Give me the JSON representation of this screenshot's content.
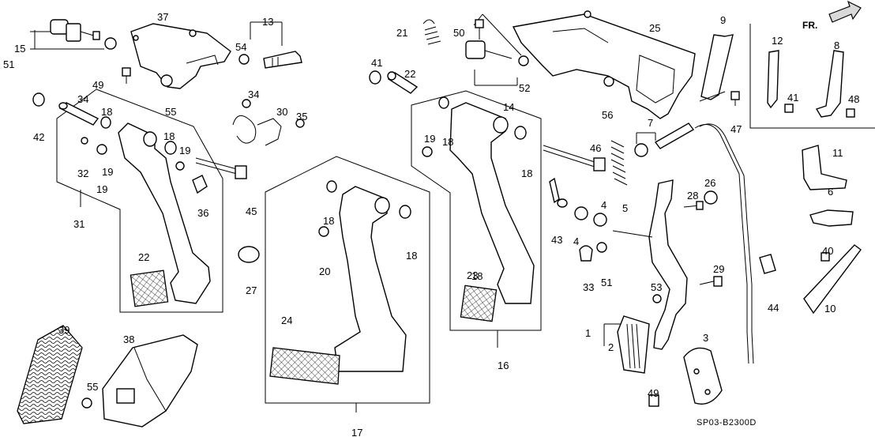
{
  "diagram": {
    "code": "SP03-B2300D",
    "direction_label": "FR.",
    "callouts": [
      "1",
      "2",
      "3",
      "4",
      "4",
      "5",
      "6",
      "7",
      "8",
      "9",
      "10",
      "11",
      "12",
      "13",
      "14",
      "15",
      "16",
      "17",
      "18",
      "18",
      "18",
      "18",
      "18",
      "18",
      "18",
      "19",
      "19",
      "19",
      "19",
      "20",
      "21",
      "22",
      "22",
      "23",
      "24",
      "25",
      "26",
      "27",
      "28",
      "29",
      "30",
      "31",
      "32",
      "33",
      "34",
      "34",
      "35",
      "36",
      "37",
      "38",
      "39",
      "40",
      "41",
      "41",
      "42",
      "43",
      "44",
      "45",
      "46",
      "47",
      "48",
      "49",
      "49",
      "50",
      "51",
      "51",
      "52",
      "53",
      "54",
      "55",
      "55",
      "56"
    ]
  }
}
